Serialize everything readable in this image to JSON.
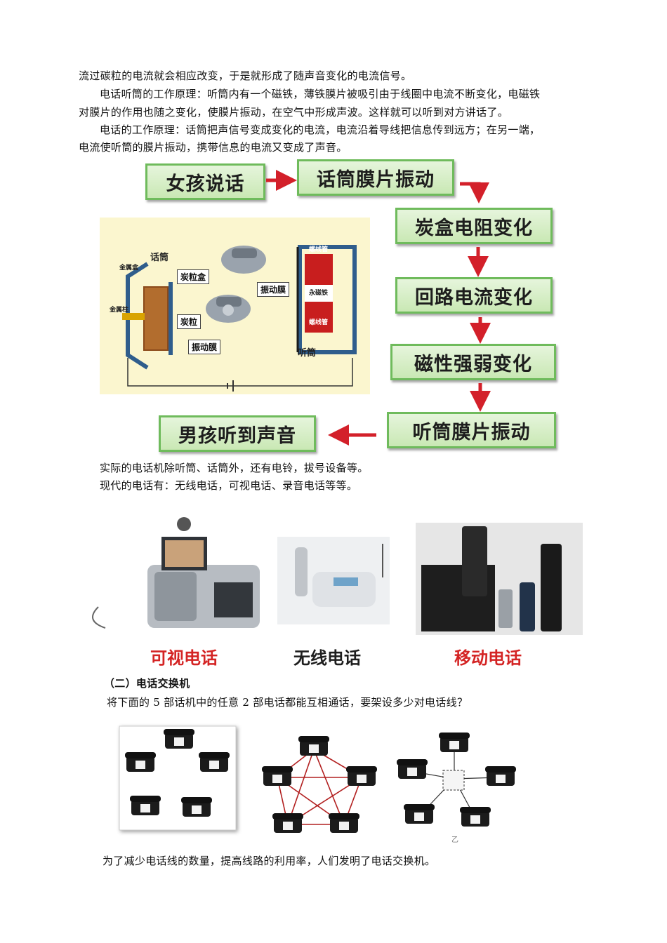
{
  "paragraphs": {
    "p1": "流过碳粒的电流就会相应改变，于是就形成了随声音变化的电流信号。",
    "p2a": "电话听筒的工作原理：听筒内有一个磁铁，薄铁膜片被吸引由于线圈中电流不断变化，电磁铁",
    "p2b": "对膜片的作用也随之变化，使膜片振动，在空气中形成声波。这样就可以听到对方讲话了。",
    "p3a": "电话的工作原理：话筒把声信号变成变化的电流，电流沿着导线把信息传到远方；在另一端，",
    "p3b": "电流使听筒的膜片振动，携带信息的电流又变成了声音。",
    "p4": "实际的电话机除听筒、话筒外，还有电铃，拔号设备等。",
    "p5": "现代的电话有：无线电话，可视电话、录音电话等等。",
    "heading": "（二）电话交换机",
    "p6": "将下面的 5 部话机中的任意 2 部电话都能互相通话，要架设多少对电话线？",
    "p7": "为了减少电话线的数量，提高线路的利用率，人们发明了电话交换机。"
  },
  "flow": {
    "girl": "女孩说话",
    "mic": "话筒膜片振动",
    "carbon": "炭盒电阻变化",
    "current": "回路电流变化",
    "magnet": "磁性强弱变化",
    "earpiece": "听筒膜片振动",
    "boy": "男孩听到声音"
  },
  "diagram": {
    "mic_title": "话筒",
    "metal_box": "金属盒",
    "metal_post": "金属柱",
    "carbon_box": "炭粒盒",
    "carbon": "炭粒",
    "diaphragm": "振动膜",
    "earpiece_title": "听筒",
    "vib_membrane": "振动膜",
    "coil_top": "螺线管",
    "magnet": "永磁铁",
    "coil_bottom": "螺线管"
  },
  "phones": {
    "video": "可视电话",
    "wireless": "无线电话",
    "mobile": "移动电话"
  },
  "network": {
    "label_b": "乙"
  },
  "colors": {
    "flow_green": "#6fbb5c",
    "arrow_red": "#d3202a",
    "caption_red": "#d42424"
  }
}
